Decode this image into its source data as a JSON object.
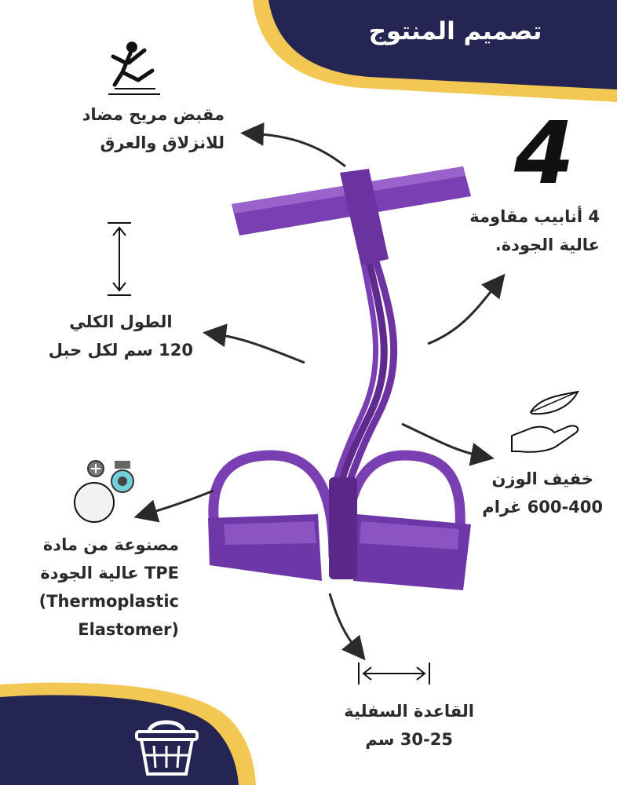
{
  "header": {
    "title": "تصميم المنتوج"
  },
  "colors": {
    "navy": "#242552",
    "gold": "#f3c753",
    "purple": "#7a3fb3",
    "text": "#2a2a2a"
  },
  "features": {
    "grip": {
      "line1": "مقبض مريح مضاد",
      "line2": "للانزلاق والعرق",
      "icon": "slip-warning-icon"
    },
    "tubes": {
      "number": "4",
      "line1": "4 أنابيب مقاومة",
      "line2": "عالية الجودة.",
      "icon": "number-four-icon"
    },
    "length": {
      "line1": "الطول الكلي",
      "line2": "120 سم لكل حبل",
      "icon": "vertical-measure-icon"
    },
    "weight": {
      "line1": "خفيف الوزن",
      "line2": "600-400 غرام",
      "icon": "feather-hand-icon"
    },
    "material": {
      "line1": "مصنوعة من مادة",
      "line2": "TPE عالية الجودة",
      "line3": "Thermoplastic)",
      "line4": "(Elastomer",
      "icon": "material-gears-icon"
    },
    "base": {
      "line1": "القاعدة السفلية",
      "line2": "30-25 سم",
      "icon": "horizontal-measure-icon"
    }
  },
  "footer": {
    "icon": "shopping-basket-icon"
  }
}
